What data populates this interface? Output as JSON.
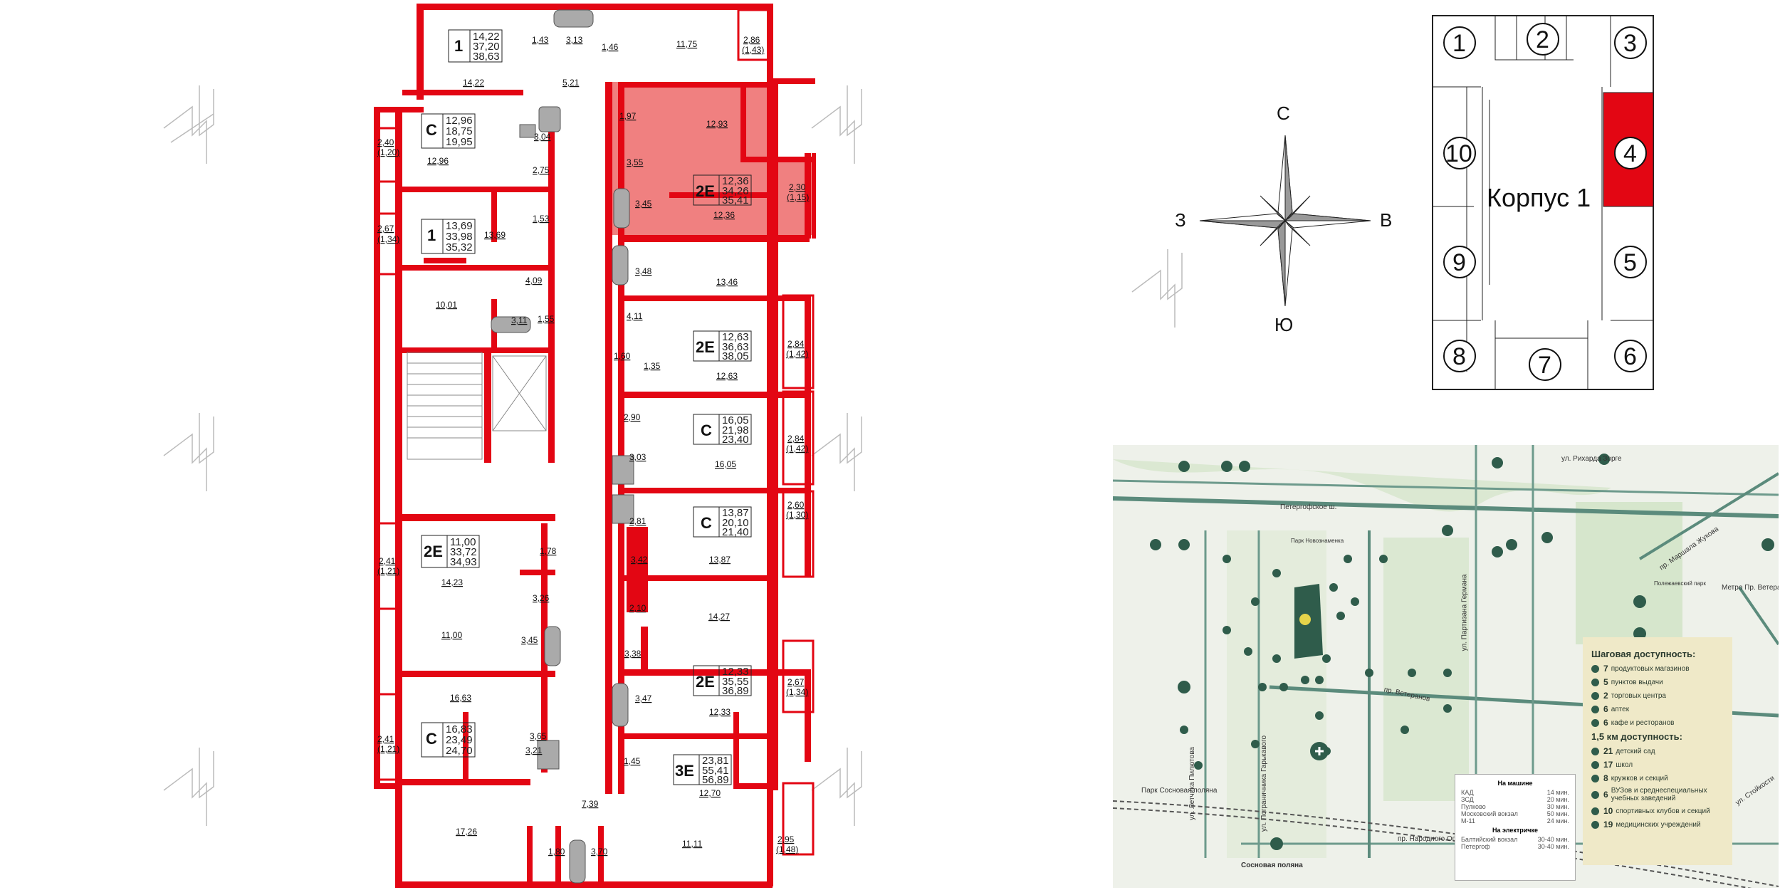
{
  "compass": {
    "north": "С",
    "south": "Ю",
    "west": "З",
    "east": "В"
  },
  "korpus": {
    "label": "Корпус 1",
    "sections": [
      "1",
      "2",
      "3",
      "4",
      "5",
      "6",
      "7",
      "8",
      "9",
      "10"
    ],
    "highlighted": "4",
    "highlight_color": "#e30613"
  },
  "colors": {
    "wall": "#e30613",
    "highlight_fill": "#f08080",
    "map_green": "#2f5c4b",
    "legend_bg": "#efe9c8"
  },
  "apartments": [
    {
      "type": "1",
      "areas": [
        "14,22",
        "37,20",
        "38,63"
      ],
      "room": "14,22"
    },
    {
      "type": "С",
      "areas": [
        "12,96",
        "18,75",
        "19,95"
      ],
      "room": "12,96"
    },
    {
      "type": "1",
      "areas": [
        "13,69",
        "33,98",
        "35,32"
      ],
      "room": "13,69"
    },
    {
      "type": "2Е",
      "areas": [
        "12,36",
        "34,26",
        "35,41"
      ],
      "room": "12,36",
      "selected": true
    },
    {
      "type": "2Е",
      "areas": [
        "12,63",
        "36,63",
        "38,05"
      ],
      "room": "12,63"
    },
    {
      "type": "С",
      "areas": [
        "16,05",
        "21,98",
        "23,40"
      ],
      "room": "16,05"
    },
    {
      "type": "С",
      "areas": [
        "13,87",
        "20,10",
        "21,40"
      ],
      "room": "13,87"
    },
    {
      "type": "2Е",
      "areas": [
        "11,00",
        "33,72",
        "34,93"
      ],
      "room": "14,23"
    },
    {
      "type": "2Е",
      "areas": [
        "12,33",
        "35,55",
        "36,89"
      ],
      "room": "12,33"
    },
    {
      "type": "С",
      "areas": [
        "16,83",
        "23,49",
        "24,70"
      ],
      "room": "16,63"
    },
    {
      "type": "3Е",
      "areas": [
        "23,81",
        "55,41",
        "56,89"
      ],
      "room": "12,70"
    }
  ],
  "room_areas": [
    "1,43",
    "3,13",
    "1,46",
    "11,75",
    "2,86",
    "(1,43)",
    "5,21",
    "1,97",
    "12,93",
    "3,04",
    "2,40",
    "(1,20)",
    "2,75",
    "3,55",
    "2,30",
    "(1,15)",
    "3,45",
    "1,53",
    "2,67",
    "(1,34)",
    "4,09",
    "3,48",
    "13,46",
    "10,01",
    "3,11",
    "1,55",
    "4,11",
    "2,84",
    "(1,42)",
    "1,60",
    "1,35",
    "2,90",
    "3,03",
    "2,84",
    "(1,42)",
    "2,81",
    "2,60",
    "(1,30)",
    "1,78",
    "3,42",
    "2,41",
    "(1,21)",
    "3,26",
    "2,10",
    "14,27",
    "11,00",
    "3,45",
    "3,38",
    "3,47",
    "2,67",
    "(1,34)",
    "3,65",
    "3,21",
    "2,41",
    "(1,21)",
    "1,45",
    "7,39",
    "17,26",
    "1,80",
    "3,70",
    "11,11",
    "2,95",
    "(1,48)"
  ],
  "map": {
    "roads": [
      "Петергофское ш.",
      "ул. Рихарда Зорге",
      "пр. Ветеранов",
      "пр. Народного Ополчения",
      "ул. Партизана Германа",
      "ул. Летчика Пилютова",
      "ул. Пограничника Гарькавого",
      "пр. Маршала Жукова",
      "ул. Стойкости"
    ],
    "places": [
      "Метро Пр. Ветеранов",
      "Сосновая поляна",
      "Парк Сосновая поляна",
      "Полежаевский парк",
      "Парк Новознаменка"
    ],
    "legend_walk_title": "Шаговая доступность:",
    "legend_walk": [
      {
        "n": "7",
        "t": "продуктовых магазинов"
      },
      {
        "n": "5",
        "t": "пунктов выдачи"
      },
      {
        "n": "2",
        "t": "торговых центра"
      },
      {
        "n": "6",
        "t": "аптек"
      },
      {
        "n": "6",
        "t": "кафе и ресторанов"
      }
    ],
    "legend_km_title": "1,5 км доступность:",
    "legend_km": [
      {
        "n": "21",
        "t": "детский сад"
      },
      {
        "n": "17",
        "t": "школ"
      },
      {
        "n": "8",
        "t": "кружков и секций"
      },
      {
        "n": "6",
        "t": "ВУЗов и среднеспециальных учебных заведений"
      },
      {
        "n": "10",
        "t": "спортивных клубов и секций"
      },
      {
        "n": "19",
        "t": "медицинских учреждений"
      }
    ],
    "car_title": "На машине",
    "car": [
      {
        "k": "КАД",
        "v": "14 мин."
      },
      {
        "k": "ЗСД",
        "v": "20 мин."
      },
      {
        "k": "Пулково",
        "v": "30 мин."
      },
      {
        "k": "Московский вокзал",
        "v": "50 мин."
      },
      {
        "k": "М-11",
        "v": "24 мин."
      }
    ],
    "train_title": "На электричке",
    "train": [
      {
        "k": "Балтийский вокзал",
        "v": "30-40 мин."
      },
      {
        "k": "Петергоф",
        "v": "30-40 мин."
      }
    ]
  }
}
